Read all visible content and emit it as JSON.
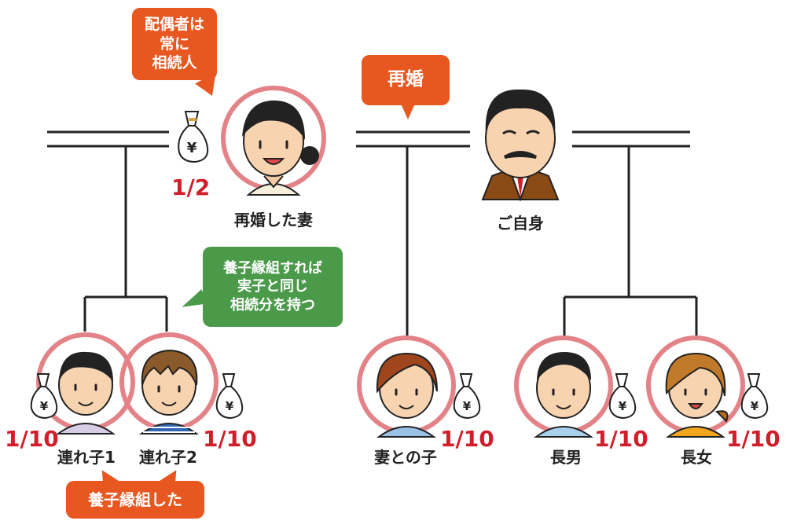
{
  "bubbles": {
    "spouse_note": "配偶者は\n常に\n相続人",
    "remarriage": "再婚",
    "adoption_effect": "養子縁組すれば\n実子と同じ\n相続分を持つ",
    "adopted": "養子縁組した"
  },
  "people": {
    "wife": {
      "name": "再婚した妻",
      "share": "1/2"
    },
    "self": {
      "name": "ご自身"
    },
    "step1": {
      "name": "連れ子1",
      "share": "1/10"
    },
    "step2": {
      "name": "連れ子2",
      "share": "1/10"
    },
    "joint": {
      "name": "妻との子",
      "share": "1/10"
    },
    "son": {
      "name": "長男",
      "share": "1/10"
    },
    "daughter": {
      "name": "長女",
      "share": "1/10"
    }
  },
  "colors": {
    "orange": "#e8571f",
    "green": "#4a9a4a",
    "share_red": "#d01f2a",
    "ring_pink": "#e38388",
    "line": "#222222"
  },
  "icons": [
    "money-bag-icon"
  ]
}
